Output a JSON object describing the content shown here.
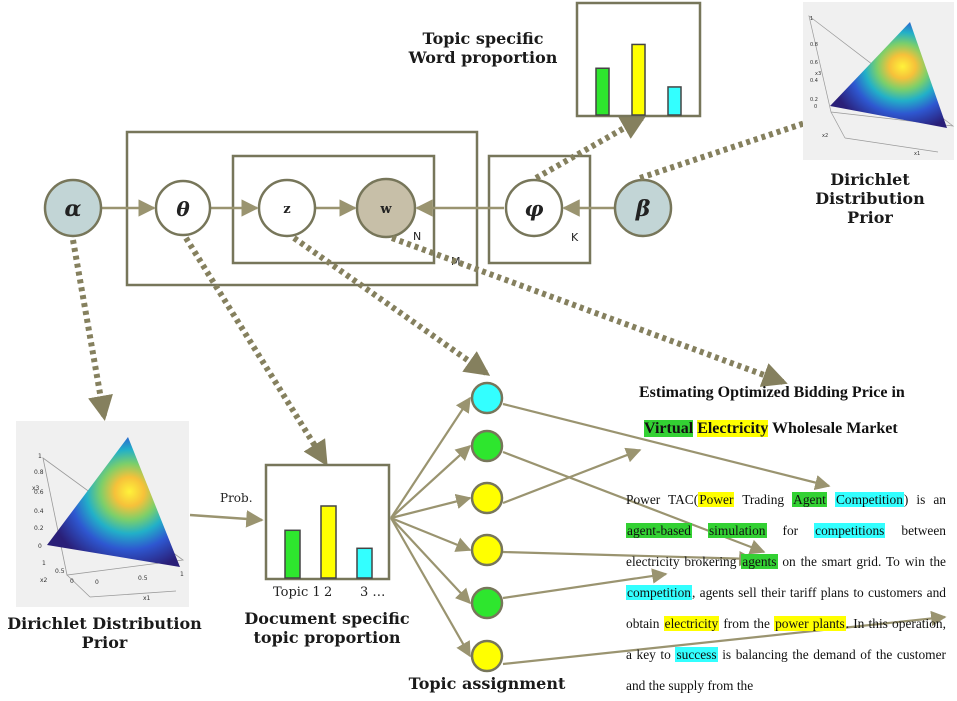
{
  "colors": {
    "frame": "#77765a",
    "arrow": "#9a9470",
    "dotted": "#85805e",
    "hyper_fill": "#c2d5d6",
    "observed_fill": "#c7bfa8",
    "green": "#2ee62e",
    "yellow": "#ffff00",
    "cyan": "#33ffff"
  },
  "plate": {
    "nodes": {
      "alpha": "α",
      "theta": "θ",
      "z": "z",
      "w": "w",
      "phi": "φ",
      "beta": "β"
    },
    "plate_labels": {
      "n": "N",
      "m": "M",
      "k": "K"
    }
  },
  "labels": {
    "topic_word_title_1": "Topic specific",
    "topic_word_title_2": "Word proportion",
    "dirichlet_right_1": "Dirichlet",
    "dirichlet_right_2": "Distribution",
    "dirichlet_right_3": "Prior",
    "dirichlet_left_1": "Dirichlet Distribution",
    "dirichlet_left_2": "Prior",
    "doc_topic_1": "Document specific",
    "doc_topic_2": "topic proportion",
    "topic_assignment": "Topic assignment",
    "prob": "Prob."
  },
  "doc_topic_chart": {
    "x_labels": [
      "Topic 1",
      "2",
      "3 …"
    ],
    "bars": [
      {
        "value": 0.53,
        "color": "green"
      },
      {
        "value": 0.8,
        "color": "yellow"
      },
      {
        "value": 0.33,
        "color": "cyan"
      }
    ]
  },
  "topic_word_chart": {
    "bars": [
      {
        "value": 0.55,
        "color": "green"
      },
      {
        "value": 0.83,
        "color": "yellow"
      },
      {
        "value": 0.33,
        "color": "cyan"
      }
    ]
  },
  "simplex_axes": {
    "x1": "x1",
    "x2": "x2",
    "x3": "x3",
    "ticks_left_y": [
      "1",
      "0.8",
      "0.6",
      "0.4",
      "0.2",
      "0"
    ],
    "ticks_left_x2": [
      "1",
      "0.5",
      "0"
    ],
    "ticks_left_x1": [
      "0",
      "0.5",
      "1"
    ]
  },
  "topic_assignment_colors": [
    "cyan",
    "green",
    "yellow",
    "yellow",
    "green",
    "yellow"
  ],
  "paper": {
    "title_line1": "Estimating Optimized Bidding Price in",
    "title_line2": [
      {
        "t": "Virtual",
        "h": "green"
      },
      {
        "t": " ",
        "h": ""
      },
      {
        "t": "Electricity",
        "h": "yellow"
      },
      {
        "t": " Wholesale Market",
        "h": ""
      }
    ],
    "body": [
      {
        "t": "Power TAC(",
        "h": ""
      },
      {
        "t": "Power",
        "h": "yellow"
      },
      {
        "t": " Trading ",
        "h": ""
      },
      {
        "t": "Agent",
        "h": "green"
      },
      {
        "t": " ",
        "h": ""
      },
      {
        "t": "Competition",
        "h": "cyan"
      },
      {
        "t": ") is an ",
        "h": ""
      },
      {
        "t": "agent-based",
        "h": "green"
      },
      {
        "t": " ",
        "h": ""
      },
      {
        "t": "simulation",
        "h": "green"
      },
      {
        "t": " for ",
        "h": ""
      },
      {
        "t": "competitions",
        "h": "cyan"
      },
      {
        "t": " between electricity brokering ",
        "h": ""
      },
      {
        "t": "agents",
        "h": "green"
      },
      {
        "t": " on the smart grid. To win the ",
        "h": ""
      },
      {
        "t": "competition",
        "h": "cyan"
      },
      {
        "t": ", agents sell their tariff plans to customers and obtain ",
        "h": ""
      },
      {
        "t": "electricity",
        "h": "yellow"
      },
      {
        "t": " from the ",
        "h": ""
      },
      {
        "t": "power plants",
        "h": "yellow"
      },
      {
        "t": ". In this operation, a key to ",
        "h": ""
      },
      {
        "t": "success",
        "h": "cyan"
      },
      {
        "t": " is balancing the demand of the customer and the supply from the",
        "h": ""
      }
    ]
  }
}
